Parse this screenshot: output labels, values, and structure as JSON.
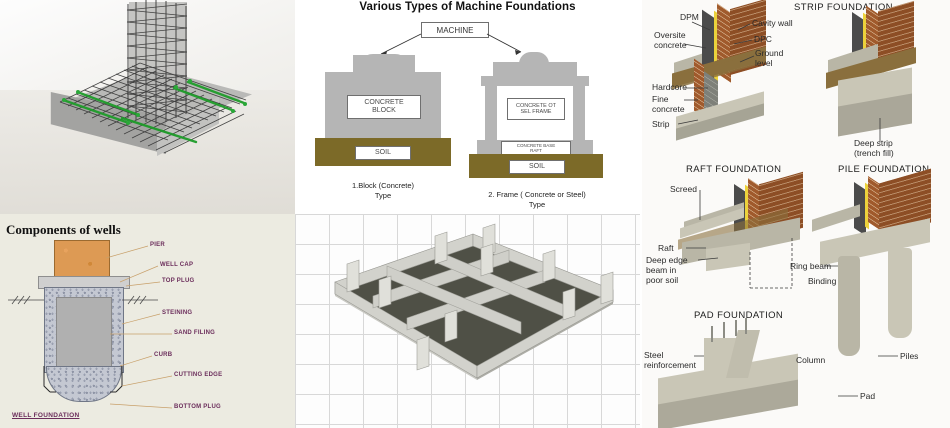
{
  "image": {
    "title": "Types of Foundations - composite illustration",
    "panel_count": 6
  },
  "panels": {
    "rebar_footing": {
      "name": "Reinforced concrete footing 3D render",
      "caption": ""
    },
    "machine_foundations": {
      "title": "Various Types of Machine Foundations",
      "machine_label": "MACHINE",
      "block": {
        "inner_label": "CONCRETE\nBLOCK",
        "soil_label": "SOIL",
        "caption_line1": "1.Block (Concrete)",
        "caption_line2": "Type"
      },
      "frame": {
        "inner_label": "CONCRETE OT\nSEL FRAME",
        "base_label": "CONCRETE BASE\nRAFT",
        "soil_label": "SOIL",
        "caption_line1": "2. Frame ( Concrete or Steel)",
        "caption_line2": "Type"
      }
    },
    "strip_foundation": {
      "title": "STRIP FOUNDATION",
      "labels_left": [
        "DPM",
        "Oversite\nconcrete",
        "Hardcore",
        "Fine\nconcrete",
        "Strip"
      ],
      "labels_right": [
        "Cavity wall",
        "DPC",
        "Ground\nlevel"
      ],
      "label_deep": "Deep strip\n(trench fill)"
    },
    "raft_foundation": {
      "title": "RAFT FOUNDATION",
      "labels": [
        "Screed",
        "Raft",
        "Deep edge\nbeam in\npoor soil"
      ]
    },
    "pile_foundation": {
      "title": "PILE FOUNDATION",
      "labels": [
        "Ring beam",
        "Binding",
        "Piles"
      ]
    },
    "pad_foundation": {
      "title": "PAD FOUNDATION",
      "labels": [
        "Steel\nreinforcement",
        "Column",
        "Pad"
      ]
    },
    "well_foundation": {
      "title": "Components of wells",
      "footer": "WELL FOUNDATION",
      "labels": [
        "PIER",
        "WELL CAP",
        "TOP PLUG",
        "STEINING",
        "SAND FILING",
        "CURB",
        "CUTTING EDGE",
        "BOTTOM PLUG"
      ]
    },
    "raft_model_3d": {
      "name": "3D raft foundation with grade beams",
      "caption": ""
    }
  },
  "colors": {
    "soil_brown": "#7c6a28",
    "concrete_grey": "#b5b5b5",
    "brick_orange": "#a05a2c",
    "dpc_yellow": "#ecd23b",
    "label_purple": "#6b2d5b",
    "rebar_green": "#1f9c2a",
    "panel_cream": "#ecebe1"
  }
}
